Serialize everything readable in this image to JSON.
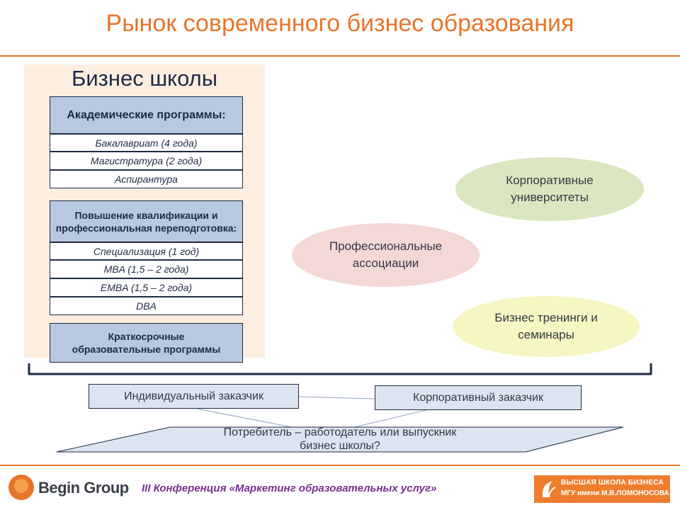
{
  "title": "Рынок современного бизнес образования",
  "business_schools": {
    "heading": "Бизнес школы",
    "academic": {
      "header": "Академические программы:",
      "items": [
        "Бакалавриат (4 года)",
        "Магистратура (2 года)",
        "Аспирантура"
      ]
    },
    "qualification": {
      "header": "Повышение квалификации и профессиональная переподготовка:",
      "items": [
        "Специализация (1 год)",
        "MBA (1,5 – 2 года)",
        "EMBA (1,5 – 2 года)",
        "DBA"
      ]
    },
    "short_term": {
      "header": "Краткосрочные образовательные программы"
    }
  },
  "ellipses": {
    "corporate_universities": "Корпоративные университеты",
    "professional_associations": "Профессиональные ассоциации",
    "business_trainings": "Бизнес тренинги и семинары"
  },
  "customers": {
    "individual": "Индивидуальный заказчик",
    "corporate": "Корпоративный заказчик"
  },
  "consumer_question": "Потребитель – работодатель или выпускник бизнес школы?",
  "footer": {
    "left_logo_text": "Begin Group",
    "conference": "III Конференция «Маркетинг образовательных услуг»",
    "right_logo_line1": "ВЫСШАЯ ШКОЛА БИЗНЕСА",
    "right_logo_line2": "МГУ имени М.В.ЛОМОНОСОВА"
  },
  "colors": {
    "accent": "#e8742a",
    "header_fill": "#b7c8e0",
    "panel_fill": "#fdeee0",
    "ellipse_green": "#d9e6bf",
    "ellipse_pink": "#f3d8d6",
    "ellipse_yellow": "#f6f6c2"
  }
}
